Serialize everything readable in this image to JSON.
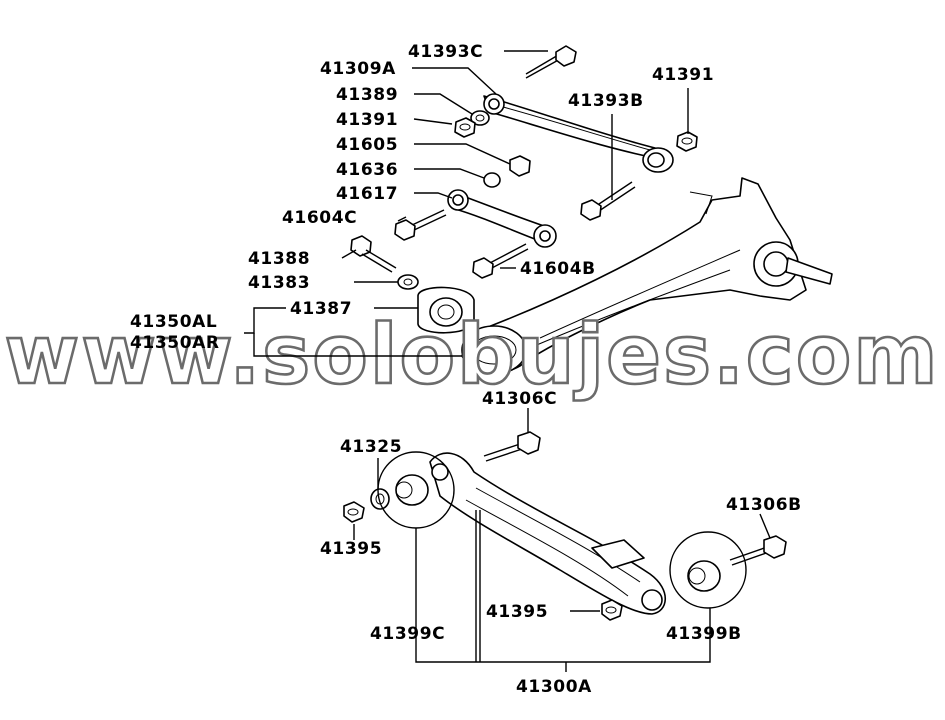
{
  "watermark": "www.solobujes.com",
  "labels": {
    "p41393C": "41393C",
    "p41309A": "41309A",
    "p41391_top": "41391",
    "p41389": "41389",
    "p41391_left": "41391",
    "p41393B": "41393B",
    "p41605": "41605",
    "p41636": "41636",
    "p41617": "41617",
    "p41604C": "41604C",
    "p41388": "41388",
    "p41604B": "41604B",
    "p41383": "41383",
    "p41387": "41387",
    "p41350AL": "41350AL",
    "p41350AR": "41350AR",
    "p41306C": "41306C",
    "p41325": "41325",
    "p41306B": "41306B",
    "p41395_left": "41395",
    "p41395_bottom": "41395",
    "p41399C": "41399C",
    "p41399B": "41399B",
    "p41300A": "41300A"
  }
}
